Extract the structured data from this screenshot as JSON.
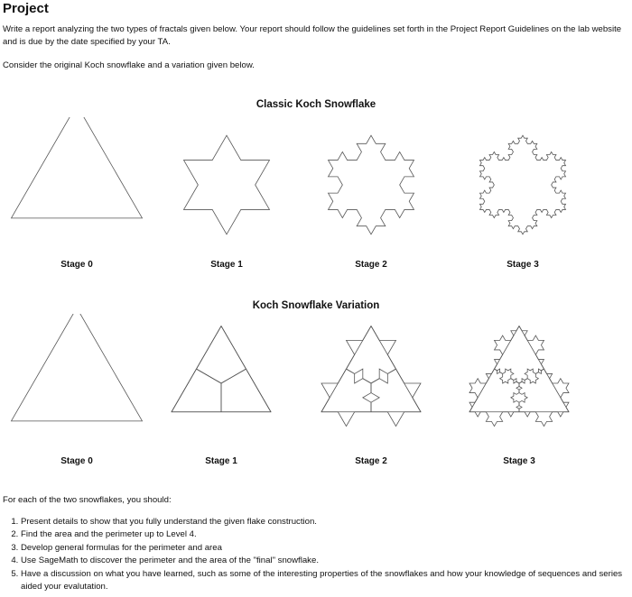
{
  "title": "Project",
  "intro": "Write a report analyzing the two types of fractals given below. Your report should follow the guidelines set forth in the Project Report Guidelines on the lab website and is due by the date specified by your TA.",
  "consider": "Consider the original Koch snowflake and a variation given below.",
  "classic": {
    "title": "Classic Koch Snowflake",
    "stages": [
      "Stage 0",
      "Stage 1",
      "Stage 2",
      "Stage 3"
    ]
  },
  "variation": {
    "title": "Koch Snowflake Variation",
    "stages": [
      "Stage 0",
      "Stage 1",
      "Stage 2",
      "Stage 3"
    ]
  },
  "each": "For each of the two snowflakes, you should:",
  "tasks": [
    "Present details to show that you fully understand the given flake construction.",
    "Find the area and the perimeter up to Level 4.",
    "Develop general formulas for the perimeter and area",
    "Use SageMath to discover the perimeter and the area of the \"final\" snowflake.",
    "Have a discussion on what you have learned, such as some of the interesting properties of the snowflakes and how your knowledge of sequences and series aided your evalutation."
  ]
}
